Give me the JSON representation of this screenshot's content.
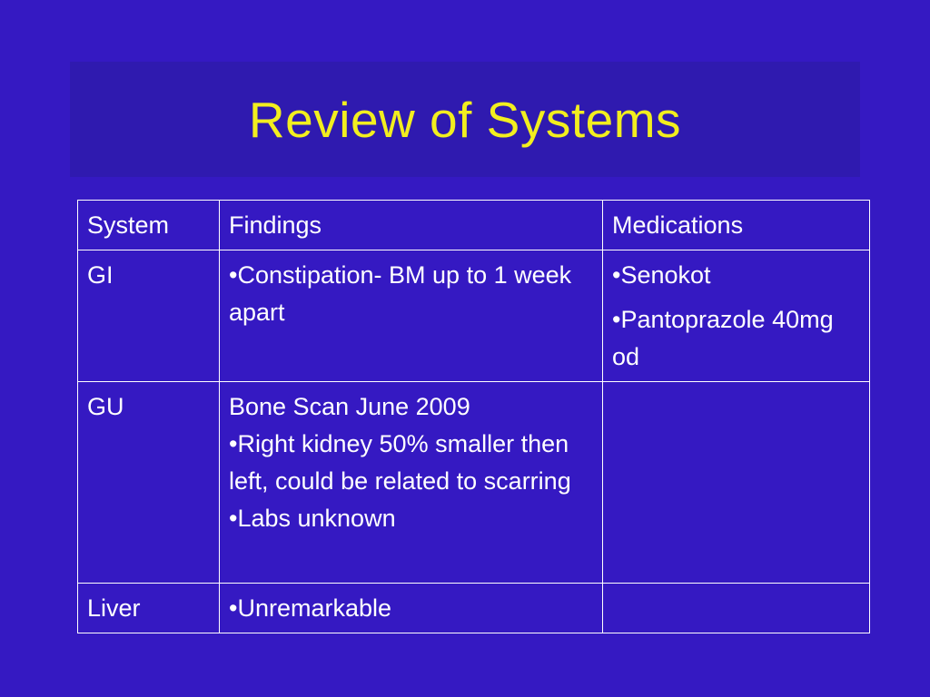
{
  "slide": {
    "title": "Review of Systems"
  },
  "table": {
    "headers": [
      "System",
      "Findings",
      "Medications"
    ],
    "rows": [
      {
        "system": "GI",
        "findings": [
          "•Constipation- BM up to 1 week apart"
        ],
        "medications": [
          "•Senokot",
          "•Pantoprazole 40mg od"
        ]
      },
      {
        "system": "GU",
        "findings": [
          "Bone Scan June 2009",
          "•Right kidney 50% smaller then left, could be related to scarring",
          "•Labs unknown"
        ],
        "medications": []
      },
      {
        "system": "Liver",
        "findings": [
          "•Unremarkable"
        ],
        "medications": []
      }
    ]
  },
  "colors": {
    "background": "#3519c2",
    "title_band": "#2f1aaf",
    "title_text": "#f2ee1f",
    "body_text": "#ffffff"
  }
}
